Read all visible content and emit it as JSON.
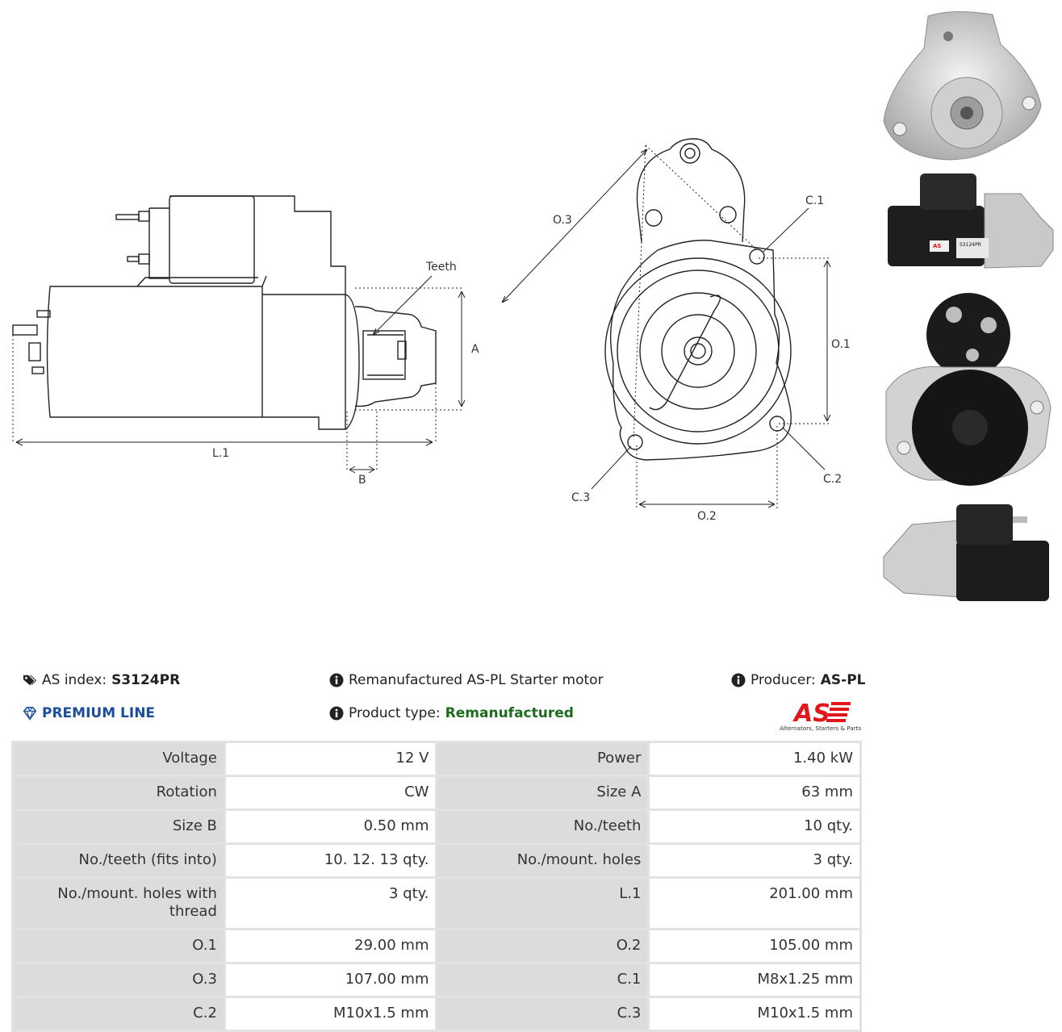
{
  "diagram_side": {
    "teeth": "Teeth",
    "dim_a": "A",
    "dim_b": "B",
    "dim_l1": "L.1"
  },
  "diagram_front": {
    "o1": "O.1",
    "o2": "O.2",
    "o3": "O.3",
    "c1": "C.1",
    "c2": "C.2",
    "c3": "C.3"
  },
  "photo_label": {
    "brand": "AS",
    "part": "S3124PR"
  },
  "info": {
    "as_index_label": "AS index:",
    "as_index_value": "S3124PR",
    "premium": "PREMIUM LINE",
    "description": "Remanufactured AS-PL Starter motor",
    "product_type_label": "Product type:",
    "product_type_value": "Remanufactured",
    "producer_label": "Producer:",
    "producer_value": "AS-PL",
    "logo_text": "AS",
    "logo_tagline": "Alternators, Starters & Parts"
  },
  "icons": {
    "tag": "tags-icon",
    "diamond": "diamond-icon",
    "info": "info-circle-icon"
  },
  "colors": {
    "premium_blue": "#1a4d9c",
    "remanufactured_green": "#1d6b1d",
    "logo_red": "#e3161b",
    "label_cell_bg": "#dcdcdc"
  },
  "specs": [
    [
      "Voltage",
      "12 V",
      "Power",
      "1.40 kW"
    ],
    [
      "Rotation",
      "CW",
      "Size A",
      "63 mm"
    ],
    [
      "Size B",
      "0.50 mm",
      "No./teeth",
      "10 qty."
    ],
    [
      "No./teeth (fits into)",
      "10. 12. 13 qty.",
      "No./mount. holes",
      "3 qty."
    ],
    [
      "No./mount. holes with thread",
      "3 qty.",
      "L.1",
      "201.00 mm"
    ],
    [
      "O.1",
      "29.00 mm",
      "O.2",
      "105.00 mm"
    ],
    [
      "O.3",
      "107.00 mm",
      "C.1",
      "M8x1.25 mm"
    ],
    [
      "C.2",
      "M10x1.5 mm",
      "C.3",
      "M10x1.5 mm"
    ]
  ]
}
